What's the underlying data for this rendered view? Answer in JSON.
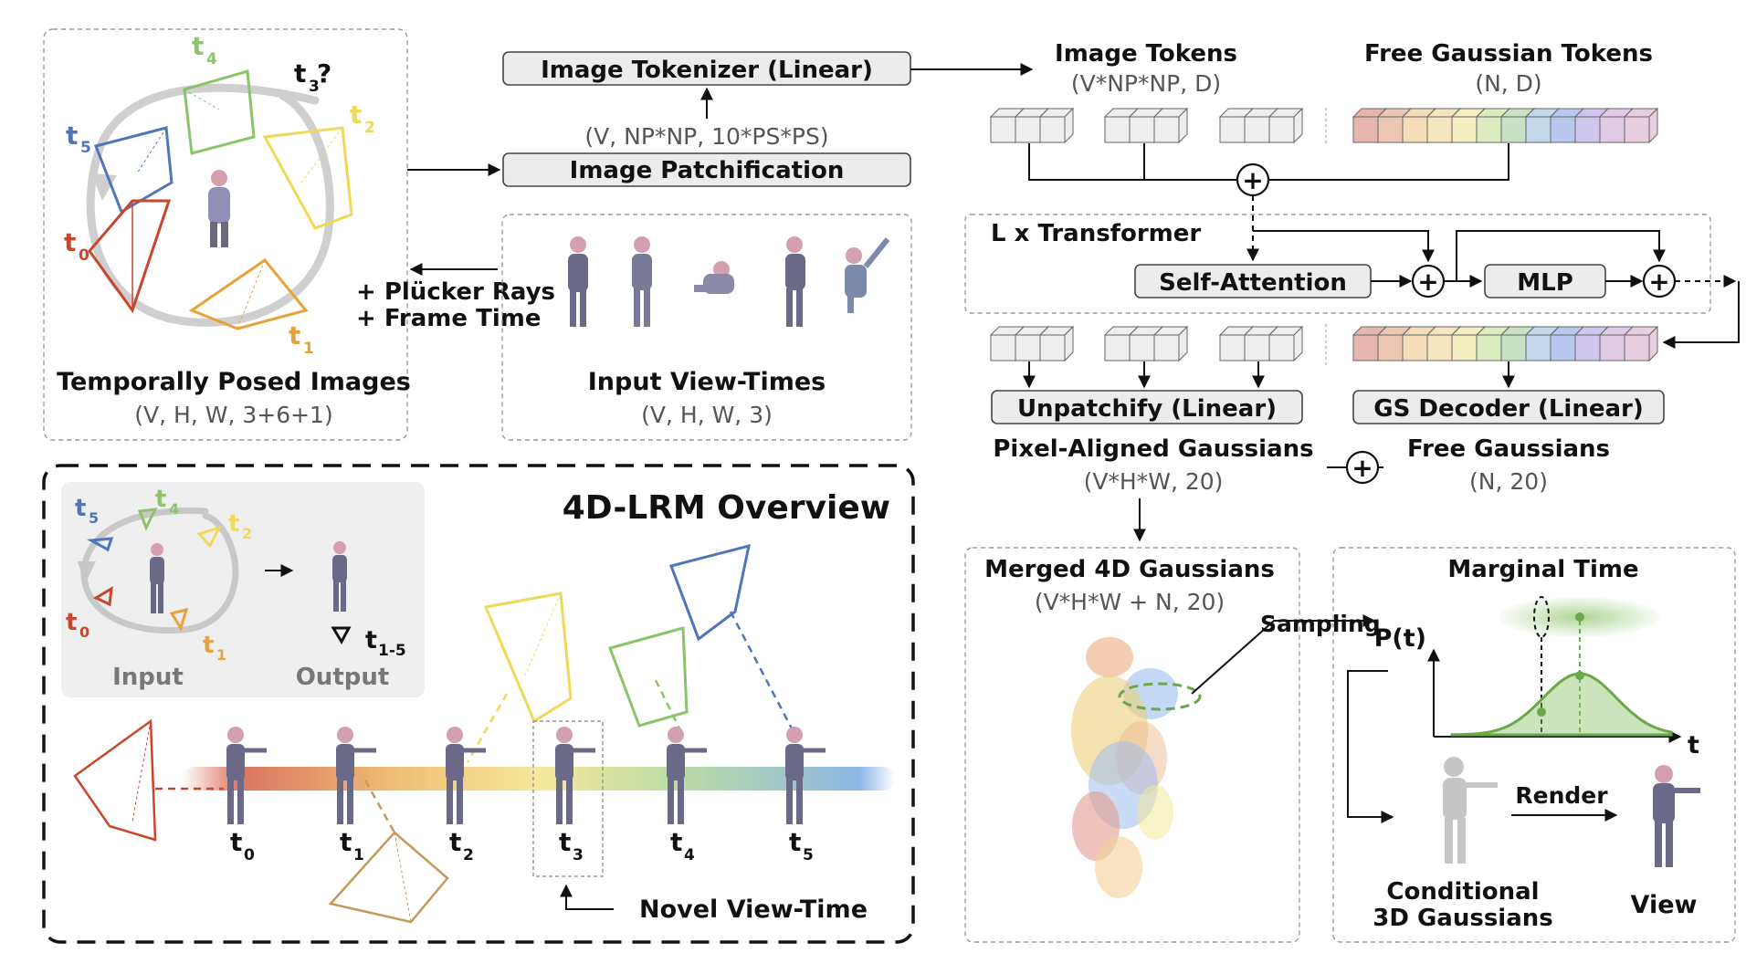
{
  "top_left": {
    "caption": "Temporally Posed Images",
    "shape": "(V, H, W, 3+6+1)",
    "question": "?",
    "time_labels": [
      "t",
      "t",
      "t",
      "t",
      "t",
      "t"
    ],
    "time_subs": [
      "5",
      "4",
      "3",
      "2",
      "0",
      "1"
    ]
  },
  "tokenizer": {
    "label": "Image Tokenizer (Linear)",
    "shape": "(V, NP*NP, 10*PS*PS)",
    "patchify": "Image Patchification",
    "rays1": "+ Plücker Rays",
    "rays2": "+ Frame Time"
  },
  "input_views": {
    "caption": "Input View-Times",
    "shape": "(V, H, W, 3)"
  },
  "tokens": {
    "image_title": "Image Tokens",
    "image_shape": "(V*NP*NP, D)",
    "free_title": "Free Gaussian Tokens",
    "free_shape": "(N, D)"
  },
  "transformer": {
    "title": "L x Transformer",
    "self_attention": "Self-Attention",
    "mlp": "MLP",
    "plus": "+"
  },
  "decoders": {
    "unpatchify": "Unpatchify (Linear)",
    "gs_decoder": "GS Decoder (Linear)",
    "pixel_title": "Pixel-Aligned Gaussians",
    "pixel_shape": "(V*H*W, 20)",
    "free_title": "Free Gaussians",
    "free_shape": "(N, 20)"
  },
  "merged": {
    "title": "Merged 4D Gaussians",
    "shape": "(V*H*W + N, 20)",
    "sampling": "Sampling"
  },
  "marginal": {
    "title": "Marginal Time",
    "p_label": "P(t)",
    "t_label": "t",
    "render": "Render",
    "cond1": "Conditional",
    "cond2": "3D Gaussians",
    "view": "View"
  },
  "overview": {
    "title": "4D-LRM Overview",
    "input": "Input",
    "output": "Output",
    "output_t": "t",
    "output_sub": "1-5",
    "inset_labels": [
      "t",
      "t",
      "t",
      "t",
      "t"
    ],
    "inset_subs": [
      "5",
      "4",
      "2",
      "0",
      "1"
    ],
    "timeline_labels": [
      "t",
      "t",
      "t",
      "t",
      "t",
      "t"
    ],
    "timeline_subs": [
      "0",
      "1",
      "2",
      "3",
      "4",
      "5"
    ],
    "novel": "Novel View-Time"
  },
  "colors": {
    "t0": "#c8462c",
    "t1": "#e8a23a",
    "t2": "#f0d85a",
    "t3": "#bdb8b0",
    "t4": "#8cc46a",
    "t5": "#4f76b8"
  },
  "token_colors": [
    "#e6b6ae",
    "#ecc8b4",
    "#f4dcb8",
    "#f5e6bf",
    "#f4efc0",
    "#dcebc0",
    "#c8e3c4",
    "#c4d8ec",
    "#b8c8ee",
    "#cfc6ee",
    "#e0cbe6",
    "#e8cfe0"
  ]
}
